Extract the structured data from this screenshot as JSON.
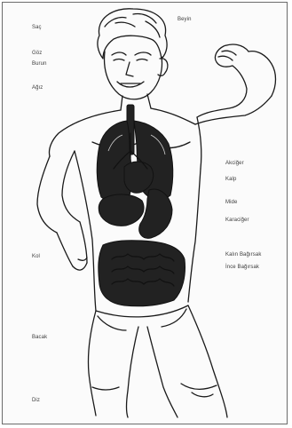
{
  "labels": {
    "sac": "Saç",
    "beyin": "Beyin",
    "goz": "Göz",
    "burun": "Burun",
    "agiz": "Ağız",
    "akciger": "Akciğer",
    "kalp": "Kalp",
    "mide": "Mide",
    "karaciger": "Karaciğer",
    "kol": "Kol",
    "kalin_bagirsak": "Kalın Bağırsak",
    "ince_bagirsak": "İnce Bağırsak",
    "bacak": "Bacak",
    "dis": "Diz"
  },
  "colors": {
    "ink": "#1a1a1a",
    "organ": "#222222",
    "paper": "#fbfbfb"
  }
}
